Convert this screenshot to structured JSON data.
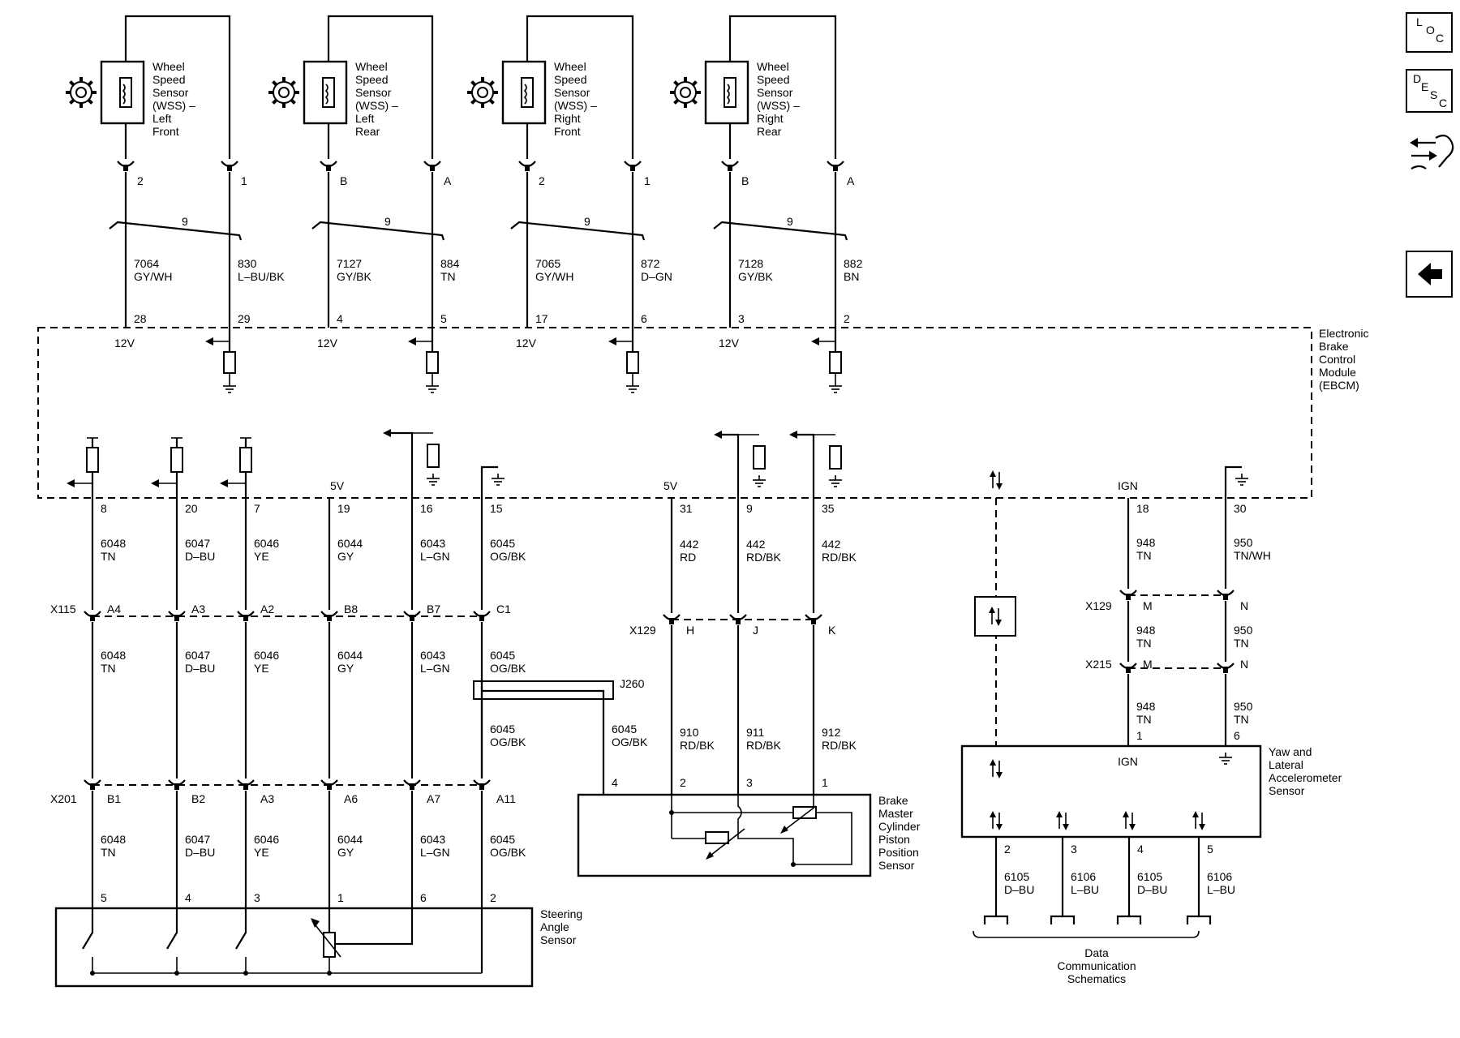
{
  "wss": [
    {
      "name": "Wheel\nSpeed\nSensor\n(WSS) –\nLeft\nFront",
      "pinA": "2",
      "pinB": "1",
      "twist": "9",
      "wireA": {
        "num": "7064",
        "color": "GY/WH"
      },
      "wireB": {
        "num": "830",
        "color": "L–BU/BK"
      },
      "ebcmA": "28",
      "ebcmB": "29",
      "supply": "12V"
    },
    {
      "name": "Wheel\nSpeed\nSensor\n(WSS) –\nLeft\nRear",
      "pinA": "B",
      "pinB": "A",
      "twist": "9",
      "wireA": {
        "num": "7127",
        "color": "GY/BK"
      },
      "wireB": {
        "num": "884",
        "color": "TN"
      },
      "ebcmA": "4",
      "ebcmB": "5",
      "supply": "12V"
    },
    {
      "name": "Wheel\nSpeed\nSensor\n(WSS) –\nRight\nFront",
      "pinA": "2",
      "pinB": "1",
      "twist": "9",
      "wireA": {
        "num": "7065",
        "color": "GY/WH"
      },
      "wireB": {
        "num": "872",
        "color": "D–GN"
      },
      "ebcmA": "17",
      "ebcmB": "6",
      "supply": "12V"
    },
    {
      "name": "Wheel\nSpeed\nSensor\n(WSS) –\nRight\nRear",
      "pinA": "B",
      "pinB": "A",
      "twist": "9",
      "wireA": {
        "num": "7128",
        "color": "GY/BK"
      },
      "wireB": {
        "num": "882",
        "color": "BN"
      },
      "ebcmA": "3",
      "ebcmB": "2",
      "supply": "12V"
    }
  ],
  "ebcm": {
    "label": "Electronic\nBrake\nControl\nModule\n(EBCM)"
  },
  "steering": {
    "label": "Steering\nAngle\nSensor",
    "supply": "5V",
    "conn1": "X115",
    "conn2": "X201",
    "wires": [
      {
        "ebcm": "8",
        "num": "6048",
        "color": "TN",
        "c1": "A4",
        "c2": "B1",
        "pin": "5"
      },
      {
        "ebcm": "20",
        "num": "6047",
        "color": "D–BU",
        "c1": "A3",
        "c2": "B2",
        "pin": "4"
      },
      {
        "ebcm": "7",
        "num": "6046",
        "color": "YE",
        "c1": "A2",
        "c2": "A3",
        "pin": "3"
      },
      {
        "ebcm": "19",
        "num": "6044",
        "color": "GY",
        "c1": "B8",
        "c2": "A6",
        "pin": "1"
      },
      {
        "ebcm": "16",
        "num": "6043",
        "color": "L–GN",
        "c1": "B7",
        "c2": "A7",
        "pin": "6"
      },
      {
        "ebcm": "15",
        "num": "6045",
        "color": "OG/BK",
        "c1": "C1",
        "c2": "A11",
        "pin": "2"
      }
    ]
  },
  "splice": {
    "name": "J260",
    "num": "6045",
    "color": "OG/BK",
    "pin": "4"
  },
  "brake": {
    "label": "Brake\nMaster\nCylinder\nPiston\nPosition\nSensor",
    "supply": "5V",
    "conn": "X129",
    "wires": [
      {
        "ebcm": "31",
        "num1": "442",
        "color1": "RD",
        "c": "H",
        "num2": "910",
        "color2": "RD/BK",
        "pin": "2"
      },
      {
        "ebcm": "9",
        "num1": "442",
        "color1": "RD/BK",
        "c": "J",
        "num2": "911",
        "color2": "RD/BK",
        "pin": "3"
      },
      {
        "ebcm": "35",
        "num1": "442",
        "color1": "RD/BK",
        "c": "K",
        "num2": "912",
        "color2": "RD/BK",
        "pin": "1"
      }
    ]
  },
  "yaw": {
    "label": "Yaw and\nLateral\nAccelerometer\nSensor",
    "ign": "IGN",
    "conn1": "X129",
    "conn2": "X215",
    "wires": [
      {
        "ebcm": "18",
        "num": "948",
        "color": "TN",
        "c1": "M",
        "c2": "M",
        "num2": "948",
        "color2": "TN",
        "num3": "948",
        "color3": "TN",
        "pin": "1"
      },
      {
        "ebcm": "30",
        "num": "950",
        "color": "TN/WH",
        "c1": "N",
        "c2": "N",
        "num2": "950",
        "color2": "TN",
        "num3": "950",
        "color3": "TN",
        "pin": "6"
      }
    ],
    "data": [
      {
        "pin": "2",
        "num": "6105",
        "color": "D–BU"
      },
      {
        "pin": "3",
        "num": "6106",
        "color": "L–BU"
      },
      {
        "pin": "4",
        "num": "6105",
        "color": "D–BU"
      },
      {
        "pin": "5",
        "num": "6106",
        "color": "L–BU"
      }
    ],
    "data_label": "Data\nCommunication\nSchematics"
  },
  "nav": [
    {
      "icon": "loc-icon",
      "letters": [
        "L",
        "O",
        "C"
      ]
    },
    {
      "icon": "desc-icon",
      "letters": [
        "D",
        "E",
        "S",
        "C"
      ]
    },
    {
      "icon": "connector-swap-icon"
    },
    {
      "icon": "back-arrow-icon"
    }
  ]
}
